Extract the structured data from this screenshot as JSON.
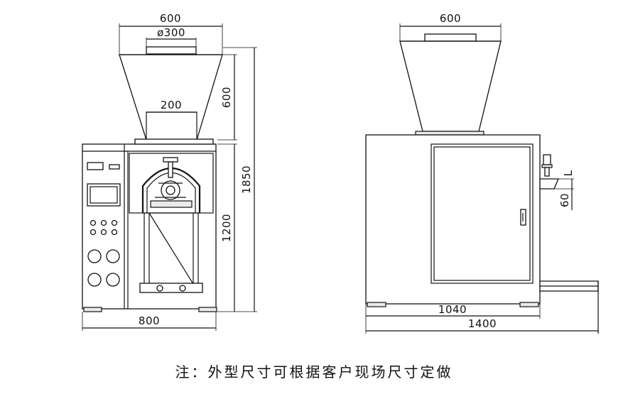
{
  "front_view": {
    "dims": {
      "hopper_top_width": "600",
      "inlet_diameter": "ø300",
      "hopper_bottom_width": "200",
      "hopper_height": "600",
      "total_height": "1850",
      "cabinet_height": "1200",
      "base_width": "800"
    }
  },
  "side_view": {
    "dims": {
      "hopper_top_width": "600",
      "outlet_label": "L",
      "outlet_height": "60",
      "cabinet_width": "1040",
      "total_length": "1400"
    }
  },
  "note": "注：外型尺寸可根据客户现场尺寸定做"
}
